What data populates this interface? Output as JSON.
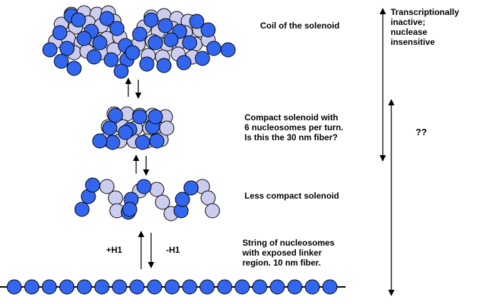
{
  "labels": {
    "coil": "Coil of the solenoid",
    "compact": [
      "Compact solenoid with",
      "6 nucleosomes per turn.",
      "Is this the 30 nm fiber?"
    ],
    "less_compact": "Less compact solenoid",
    "string": [
      "String of nucleosomes",
      "with exposed linker",
      "region.  10 nm fiber."
    ],
    "inactive": [
      "Transcriptionally",
      "inactive;",
      "nuclease",
      "insensitive"
    ],
    "question": "??",
    "plus_h1": "+H1",
    "minus_h1": "-H1"
  },
  "colors": {
    "nucleosome_dark": "#3366ee",
    "nucleosome_light": "#ccccee",
    "outline": "#000000",
    "background": "#ffffff"
  }
}
